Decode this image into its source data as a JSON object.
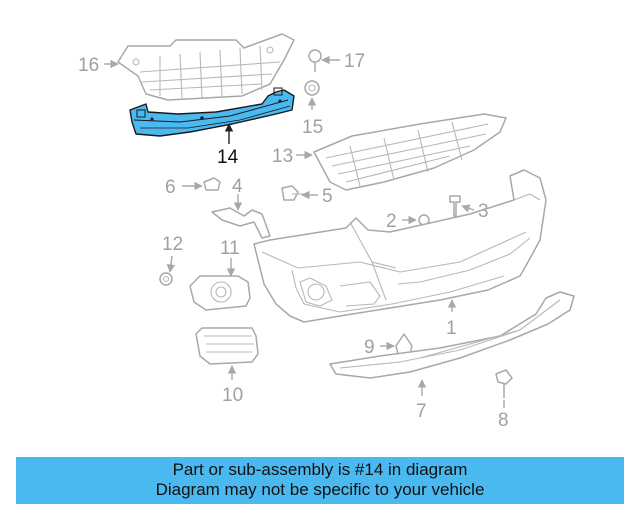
{
  "diagram": {
    "callouts": {
      "c1": "1",
      "c2": "2",
      "c3": "3",
      "c4": "4",
      "c5": "5",
      "c6": "6",
      "c7": "7",
      "c8": "8",
      "c9": "9",
      "c10": "10",
      "c11": "11",
      "c12": "12",
      "c13": "13",
      "c14": "14",
      "c15": "15",
      "c16": "16",
      "c17": "17"
    },
    "highlight_color": "#4ab9ef",
    "highlighted_part": "14"
  },
  "banner": {
    "line1": "Part or sub-assembly is #14 in diagram",
    "line2": "Diagram may not be specific to your vehicle",
    "color": "#4ab9ef"
  }
}
